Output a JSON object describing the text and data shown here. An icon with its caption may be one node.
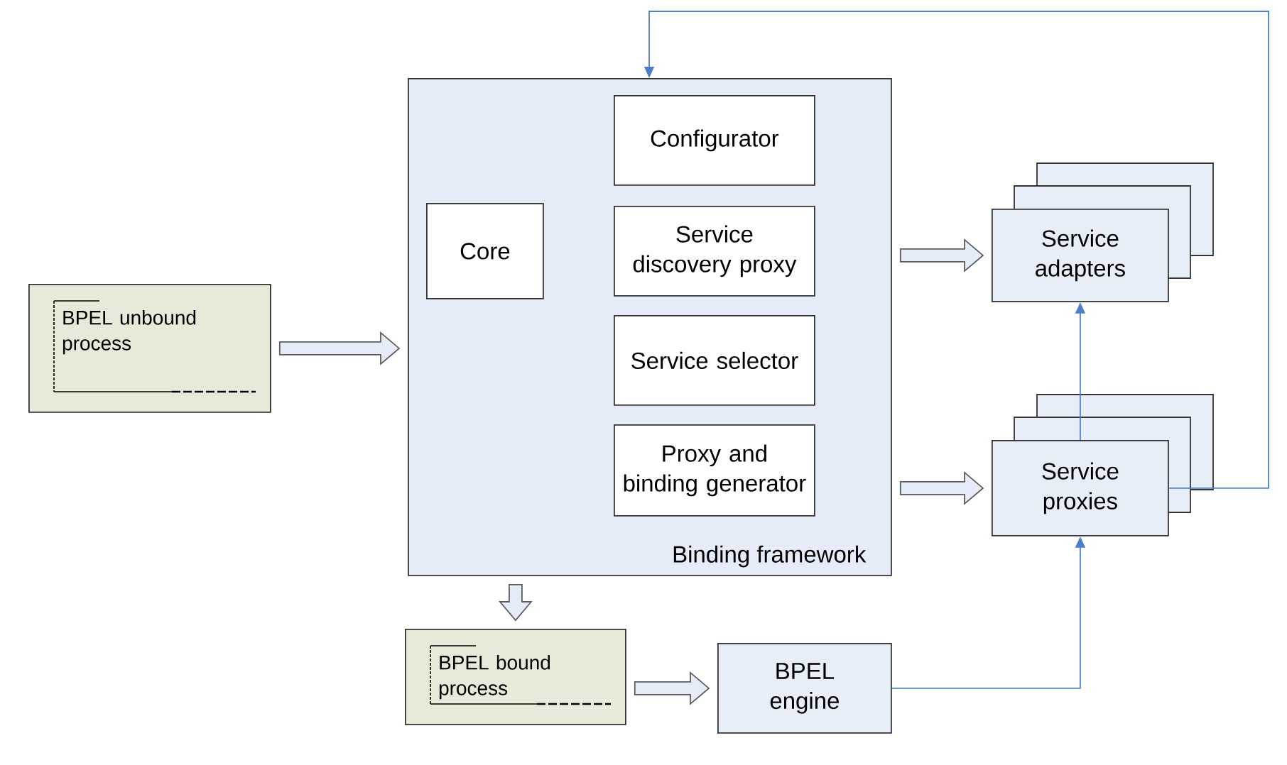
{
  "diagram": {
    "nodes": [
      {
        "text": [
          "Binding framework"
        ]
      },
      {
        "text": [
          "Core"
        ],
        "in": 0
      },
      {
        "text": [
          "Configurator"
        ],
        "in": 0
      },
      {
        "text": [
          "Service discovery proxy"
        ],
        "in": 0
      },
      {
        "text": [
          "Service selector"
        ],
        "in": 0
      },
      {
        "text": [
          "Proxy and binding generator"
        ],
        "in": 0
      },
      {
        "text": [
          "BPEL unbound process"
        ]
      },
      {
        "text": [
          "Service adapters"
        ]
      },
      {
        "text": [
          "Service proxies"
        ]
      },
      {
        "text": [
          "BPEL bound process"
        ]
      },
      {
        "text": [
          "BPEL engine"
        ]
      }
    ],
    "edges": [
      {
        "from": 6,
        "to": 0,
        "arrow": "to",
        "style": "thick"
      },
      {
        "from": 0,
        "to": 7,
        "arrow": "to",
        "style": "thick"
      },
      {
        "from": 0,
        "to": 8,
        "arrow": "to",
        "style": "thick"
      },
      {
        "from": 0,
        "to": 9,
        "arrow": "to",
        "style": "thick"
      },
      {
        "from": 9,
        "to": 10,
        "arrow": "to",
        "style": "thick"
      },
      {
        "from": 10,
        "to": 8,
        "arrow": "to",
        "color": "#4f7fc9"
      },
      {
        "from": 8,
        "to": 7,
        "arrow": "to",
        "color": "#4f7fc9"
      },
      {
        "from": 8,
        "to": 0,
        "arrow": "to",
        "color": "#4f7fc9"
      }
    ]
  }
}
